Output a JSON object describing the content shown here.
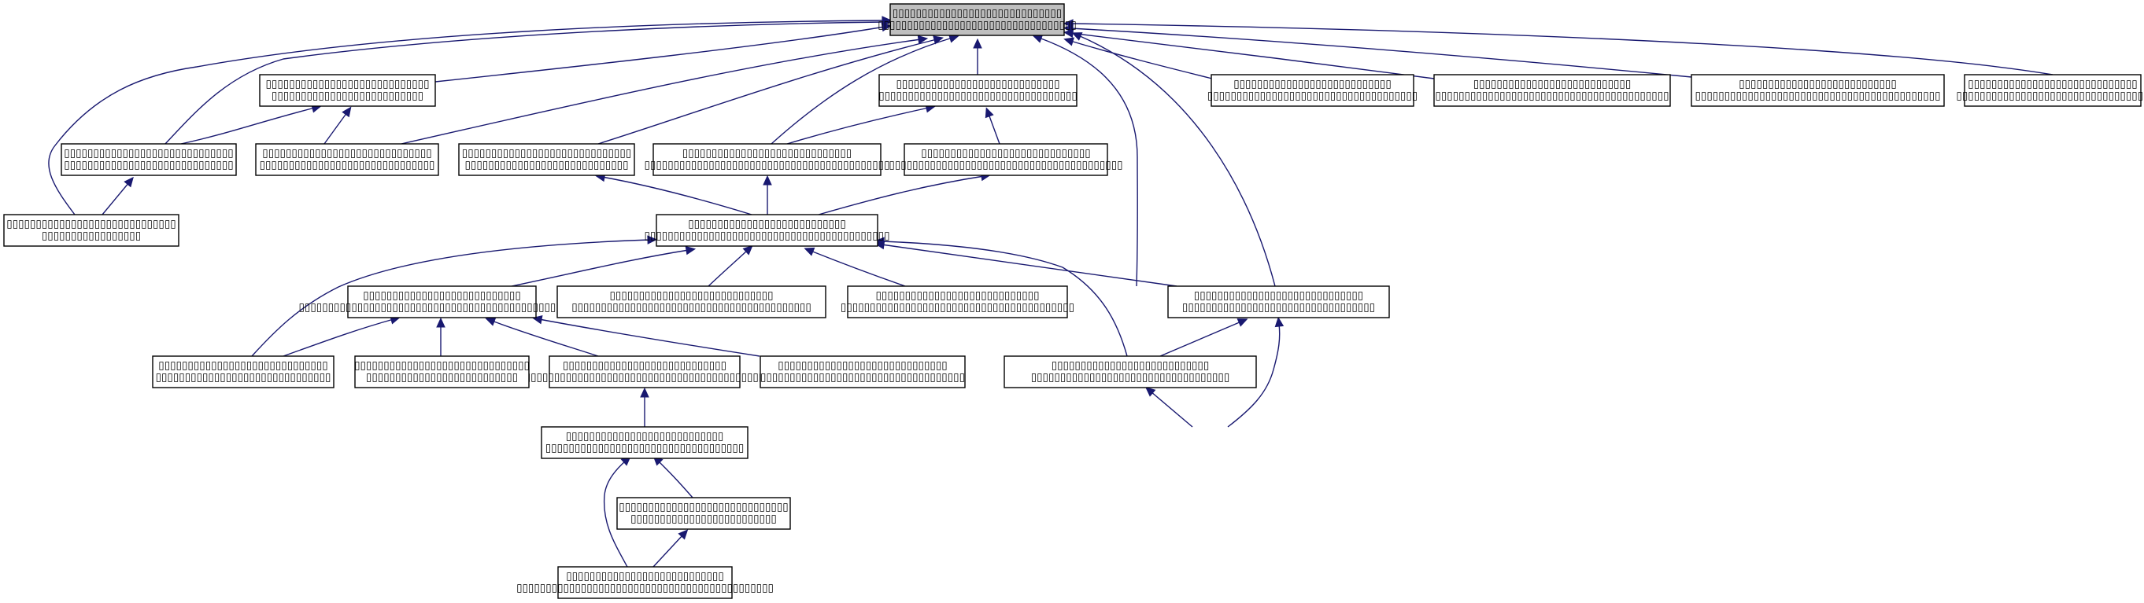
{
  "diagram": {
    "colors": {
      "edge": "#191970",
      "root_fill": "#bfbfbf",
      "node_fill": "#ffffff",
      "node_border": "#000000"
    },
    "nodes": [
      {
        "id": "root",
        "root": true,
        "lines": [
          "▯▯▯▯▯▯▯▯▯▯▯▯▯▯▯▯▯▯▯▯▯▯▯▯▯▯▯▯▯",
          "▯▯▯▯▯▯▯▯▯▯▯▯▯▯▯▯▯▯▯▯▯▯▯▯▯▯▯▯▯▯▯▯▯▯"
        ]
      },
      {
        "id": "a",
        "lines": [
          "▯▯▯▯▯▯▯▯▯▯▯▯▯▯▯▯▯▯▯▯▯▯▯▯▯▯▯▯",
          "▯▯▯▯▯▯▯▯▯▯▯▯▯▯▯▯▯▯▯▯▯▯▯▯▯▯"
        ]
      },
      {
        "id": "b",
        "lines": [
          "▯▯▯▯▯▯▯▯▯▯▯▯▯▯▯▯▯▯▯▯▯▯▯▯▯▯▯▯",
          "▯▯▯▯▯▯▯▯▯▯▯▯▯▯▯▯▯▯▯▯▯▯▯▯▯▯▯▯▯▯▯▯▯▯"
        ]
      },
      {
        "id": "c",
        "lines": [
          "▯▯▯▯▯▯▯▯▯▯▯▯▯▯▯▯▯▯▯▯▯▯▯▯▯▯▯",
          "▯▯▯▯▯▯▯▯▯▯▯▯▯▯▯▯▯▯▯▯▯▯▯▯▯▯▯▯▯▯▯▯▯▯▯▯"
        ]
      },
      {
        "id": "d",
        "lines": [
          "▯▯▯▯▯▯▯▯▯▯▯▯▯▯▯▯▯▯▯▯▯▯▯▯▯▯▯",
          "▯▯▯▯▯▯▯▯▯▯▯▯▯▯▯▯▯▯▯▯▯▯▯▯▯▯▯▯▯▯▯▯▯▯▯▯▯▯▯▯"
        ]
      },
      {
        "id": "e",
        "lines": [
          "▯▯▯▯▯▯▯▯▯▯▯▯▯▯▯▯▯▯▯▯▯▯▯▯▯▯▯",
          "▯▯▯▯▯▯▯▯▯▯▯▯▯▯▯▯▯▯▯▯▯▯▯▯▯▯▯▯▯▯▯▯▯▯▯▯▯▯▯▯▯▯"
        ]
      },
      {
        "id": "f",
        "lines": [
          "▯▯▯▯▯▯▯▯▯▯▯▯▯▯▯▯▯▯▯▯▯▯▯▯▯▯▯▯▯",
          "▯▯▯▯▯▯▯▯▯▯▯▯▯▯▯▯▯▯▯▯▯▯▯▯▯▯▯▯▯▯▯▯▯"
        ]
      },
      {
        "id": "g",
        "lines": [
          "▯▯▯▯▯▯▯▯▯▯▯▯▯▯▯▯▯▯▯▯▯▯▯▯▯▯▯▯▯",
          "▯▯▯▯▯▯▯▯▯▯▯▯▯▯▯▯▯▯▯▯▯▯▯▯▯▯▯▯▯"
        ]
      },
      {
        "id": "h",
        "lines": [
          "▯▯▯▯▯▯▯▯▯▯▯▯▯▯▯▯▯▯▯▯▯▯▯▯▯▯▯▯▯",
          "▯▯▯▯▯▯▯▯▯▯▯▯▯▯▯▯▯▯▯▯▯▯▯▯▯▯▯▯▯▯"
        ]
      },
      {
        "id": "i",
        "lines": [
          "▯▯▯▯▯▯▯▯▯▯▯▯▯▯▯▯▯▯▯▯▯▯▯▯▯▯▯▯▯",
          "▯▯▯▯▯▯▯▯▯▯▯▯▯▯▯▯▯▯▯▯▯▯▯▯▯▯▯▯"
        ]
      },
      {
        "id": "j",
        "lines": [
          "▯▯▯▯▯▯▯▯▯▯▯▯▯▯▯▯▯▯▯▯▯▯▯▯▯▯▯▯▯",
          "▯▯▯▯▯▯▯▯▯▯▯▯▯▯▯▯▯▯▯▯▯▯▯▯▯▯▯▯▯▯▯▯▯▯▯▯▯▯▯▯▯▯"
        ]
      },
      {
        "id": "k",
        "lines": [
          "▯▯▯▯▯▯▯▯▯▯▯▯▯▯▯▯▯▯▯▯▯▯▯▯▯▯▯▯▯",
          "▯▯▯▯▯▯▯▯▯▯▯▯▯▯▯▯▯▯▯▯▯▯▯▯▯▯▯▯▯▯▯▯▯▯▯▯▯▯▯▯"
        ]
      },
      {
        "id": "l",
        "lines": [
          "▯▯▯▯▯▯▯▯▯▯▯▯▯▯▯▯▯▯▯▯▯▯▯▯▯▯▯▯▯",
          "▯▯▯▯▯▯▯▯▯▯▯▯▯▯▯▯▯"
        ]
      },
      {
        "id": "m",
        "lines": [
          "▯▯▯▯▯▯▯▯▯▯▯▯▯▯▯▯▯▯▯▯▯▯▯▯▯▯▯",
          "▯▯▯▯▯▯▯▯▯▯▯▯▯▯▯▯▯▯▯▯▯▯▯▯▯▯▯▯▯▯▯▯▯▯▯▯▯▯▯▯▯▯"
        ]
      },
      {
        "id": "n",
        "lines": [
          "▯▯▯▯▯▯▯▯▯▯▯▯▯▯▯▯▯▯▯▯▯▯▯▯▯▯▯▯▯",
          "▯▯▯▯▯▯▯▯▯▯▯▯▯▯▯▯▯▯▯▯▯▯▯▯▯▯▯▯▯▯▯▯▯"
        ]
      },
      {
        "id": "o",
        "lines": [
          "▯▯▯▯▯▯▯▯▯▯▯▯▯▯▯▯▯▯▯▯▯▯▯▯▯▯▯",
          "▯▯▯▯▯▯▯▯▯▯▯▯▯▯▯▯▯▯▯▯▯▯▯▯▯▯▯▯▯▯▯▯▯▯▯▯▯▯▯▯▯▯▯▯▯▯▯▯▯"
        ]
      },
      {
        "id": "p",
        "lines": [
          "▯▯▯▯▯▯▯▯▯▯▯▯▯▯▯▯▯▯▯▯▯▯▯▯▯▯▯▯",
          "▯▯▯▯▯▯▯▯▯▯▯▯▯▯▯▯▯▯▯▯▯▯▯▯▯▯▯▯▯▯▯▯▯▯▯▯▯▯▯▯▯"
        ]
      },
      {
        "id": "q",
        "lines": [
          "▯▯▯▯▯▯▯▯▯▯▯▯▯▯▯▯▯▯▯▯▯▯▯▯▯▯▯▯",
          "▯▯▯▯▯▯▯▯▯▯▯▯▯▯▯▯▯▯▯▯▯▯▯▯▯▯▯▯▯▯▯▯▯▯▯▯▯▯▯▯"
        ]
      },
      {
        "id": "r",
        "lines": [
          "▯▯▯▯▯▯▯▯▯▯▯▯▯▯▯▯▯▯▯▯▯▯▯▯▯▯▯▯",
          "▯▯▯▯▯▯▯▯▯▯▯▯▯▯▯▯▯▯▯▯▯▯▯▯▯▯▯▯▯▯▯▯▯▯▯▯▯▯▯▯▯▯▯▯▯▯▯"
        ]
      },
      {
        "id": "s",
        "lines": [
          "▯▯▯▯▯▯▯▯▯▯▯▯▯▯▯▯▯▯▯▯▯▯▯▯▯▯▯▯▯",
          "▯▯▯▯▯▯▯▯▯▯▯▯▯▯▯▯▯▯▯▯▯▯▯▯▯▯▯▯▯▯"
        ]
      },
      {
        "id": "t",
        "lines": [
          "▯▯▯▯▯▯▯▯▯▯▯▯▯▯▯▯▯▯▯▯▯▯▯▯▯▯▯▯▯▯",
          "▯▯▯▯▯▯▯▯▯▯▯▯▯▯▯▯▯▯▯▯▯▯▯▯▯▯"
        ]
      },
      {
        "id": "u",
        "lines": [
          "▯▯▯▯▯▯▯▯▯▯▯▯▯▯▯▯▯▯▯▯▯▯▯▯▯▯▯",
          "▯▯▯▯▯▯▯▯▯▯▯▯▯▯▯▯▯▯▯▯▯▯▯▯▯▯▯▯▯▯▯▯▯▯"
        ]
      },
      {
        "id": "v",
        "lines": [
          "▯▯▯▯▯▯▯▯▯▯▯▯▯▯▯▯▯▯▯▯▯▯▯▯▯▯▯▯▯",
          "▯▯▯▯▯▯▯▯▯▯▯▯▯▯▯▯▯▯▯▯▯▯▯▯▯▯▯▯▯▯▯▯▯▯▯"
        ]
      },
      {
        "id": "w",
        "lines": [
          "▯▯▯▯▯▯▯▯▯▯▯▯▯▯▯▯▯▯▯▯▯▯▯▯▯▯▯",
          "▯▯▯▯▯▯▯▯▯▯▯▯▯▯▯▯▯▯▯▯▯▯▯▯▯▯▯▯▯▯▯▯▯▯"
        ]
      },
      {
        "id": "x",
        "lines": [
          "▯▯▯▯▯▯▯▯▯▯▯▯▯▯▯▯▯▯▯▯▯▯▯▯▯▯▯▯▯",
          "▯▯▯▯▯▯▯▯▯▯▯▯▯▯▯▯▯▯▯▯▯▯▯▯▯"
        ]
      },
      {
        "id": "y",
        "lines": [
          "▯▯▯▯▯▯▯▯▯▯▯▯▯▯▯▯▯▯▯▯▯▯▯▯▯▯▯",
          "▯▯▯▯▯▯▯▯▯▯▯▯▯▯▯▯▯▯▯▯▯▯▯▯▯▯▯▯▯▯▯▯▯▯▯▯▯▯▯▯▯▯▯▯"
        ]
      }
    ],
    "edges": [
      {
        "from": "a",
        "to": "root"
      },
      {
        "from": "b",
        "to": "root"
      },
      {
        "from": "c",
        "to": "root"
      },
      {
        "from": "d",
        "to": "root"
      },
      {
        "from": "e",
        "to": "root"
      },
      {
        "from": "f",
        "to": "root"
      },
      {
        "from": "g",
        "to": "root"
      },
      {
        "from": "h",
        "to": "root"
      },
      {
        "from": "i",
        "to": "root"
      },
      {
        "from": "j",
        "to": "root"
      },
      {
        "from": "l",
        "to": "root"
      },
      {
        "from": "n",
        "to": "root"
      },
      {
        "from": "u",
        "to": "root"
      },
      {
        "from": "h",
        "to": "a"
      },
      {
        "from": "g",
        "to": "a"
      },
      {
        "from": "l",
        "to": "h"
      },
      {
        "from": "j",
        "to": "b"
      },
      {
        "from": "k",
        "to": "b"
      },
      {
        "from": "m",
        "to": "j"
      },
      {
        "from": "m",
        "to": "i"
      },
      {
        "from": "m",
        "to": "k"
      },
      {
        "from": "o",
        "to": "m"
      },
      {
        "from": "p",
        "to": "m"
      },
      {
        "from": "q",
        "to": "m"
      },
      {
        "from": "s",
        "to": "m"
      },
      {
        "from": "n",
        "to": "m"
      },
      {
        "from": "u",
        "to": "m"
      },
      {
        "from": "s",
        "to": "o"
      },
      {
        "from": "t",
        "to": "o"
      },
      {
        "from": "r",
        "to": "o"
      },
      {
        "from": "v",
        "to": "o"
      },
      {
        "from": "w",
        "to": "r"
      },
      {
        "from": "x",
        "to": "w"
      },
      {
        "from": "y",
        "to": "w"
      },
      {
        "from": "y",
        "to": "x"
      },
      {
        "from": "u",
        "to": "n"
      },
      {
        "from": "z",
        "to": "u"
      },
      {
        "from": "z",
        "to": "n"
      }
    ]
  }
}
